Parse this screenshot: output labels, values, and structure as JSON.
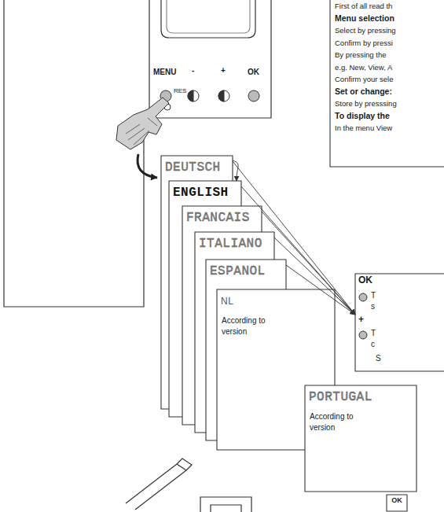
{
  "diagram": {
    "nodes": [
      {
        "text": [
          "First of all read th",
          "Menu selection",
          "Select by pressing",
          "Confirm by pressi",
          "By pressing the",
          "e.g. New, View, A",
          "Confirm your sele",
          "Set or change:",
          "Store by presssing",
          "To display the",
          "In the menu View"
        ]
      },
      {
        "text": [
          "OK",
          "T",
          "s",
          "+",
          "T",
          "c",
          "S"
        ]
      },
      {
        "text": [
          "DEUTSCH"
        ]
      },
      {
        "text": [
          "ENGLISH"
        ]
      },
      {
        "text": [
          "FRANCAIS"
        ]
      },
      {
        "text": [
          "ITALIANO"
        ]
      },
      {
        "text": [
          "ESPANOL"
        ]
      },
      {
        "text": [
          "NL",
          "According to version"
        ]
      },
      {
        "text": [
          "PORTUGAL",
          "According to version"
        ]
      },
      {
        "text": [
          "OK"
        ]
      }
    ],
    "edges": [
      {
        "from": 2,
        "to": 3,
        "arrow": "to"
      },
      {
        "from": 2,
        "to": 1,
        "arrow": "to"
      },
      {
        "from": 3,
        "to": 1,
        "arrow": "to"
      },
      {
        "from": 4,
        "to": 1,
        "arrow": "to"
      },
      {
        "from": 5,
        "to": 1,
        "arrow": "to"
      },
      {
        "from": 6,
        "to": 1,
        "arrow": "to"
      },
      {
        "from": 7,
        "to": 1,
        "arrow": "to"
      }
    ],
    "labels": [
      "MENU",
      "-",
      "+",
      "OK",
      "RES"
    ]
  }
}
